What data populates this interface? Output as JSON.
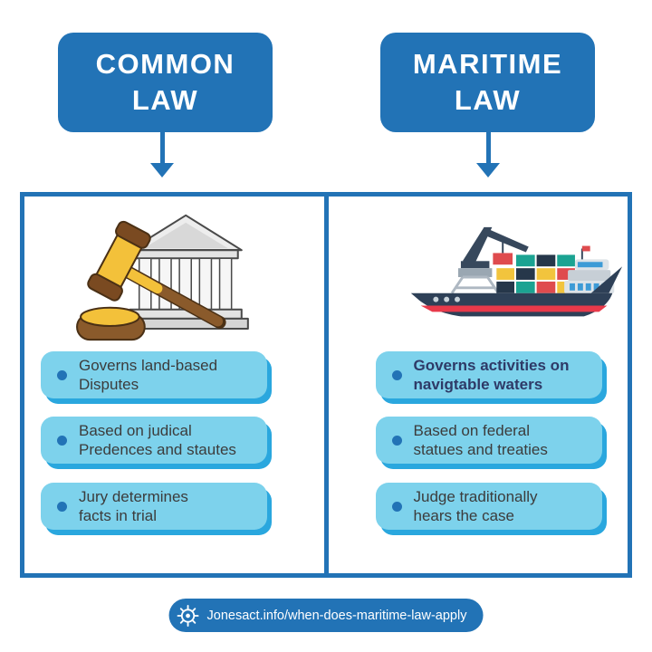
{
  "headers": {
    "left": {
      "line1": "COMMON",
      "line2": "LAW"
    },
    "right": {
      "line1": "MARITIME",
      "line2": "LAW"
    }
  },
  "panel": {
    "left": {
      "illustration": "courthouse-gavel",
      "items": [
        {
          "line1": "Governs land-based",
          "line2": "Disputes"
        },
        {
          "line1": "Based on judical",
          "line2": "Predences and stautes"
        },
        {
          "line1": "Jury determines",
          "line2": "facts in trial"
        }
      ]
    },
    "right": {
      "illustration": "cargo-ship-crane",
      "items": [
        {
          "line1": "Governs activities on",
          "line2": "navigtable waters"
        },
        {
          "line1": "Based on federal",
          "line2": "statues and treaties"
        },
        {
          "line1": "Judge traditionally",
          "line2": "hears the case"
        }
      ]
    }
  },
  "footer": {
    "icon": "ship-helm-icon",
    "url": "Jonesact.info/when-does-maritime-law-apply"
  },
  "colors": {
    "primary_blue": "#2273B6",
    "pill_fill": "#7DD2EC",
    "pill_shadow": "#2AA7DE",
    "text_dark": "#3C3C3C",
    "text_navy": "#2E3A67",
    "hull_navy": "#2E4057",
    "stripe_red": "#E8394A"
  }
}
